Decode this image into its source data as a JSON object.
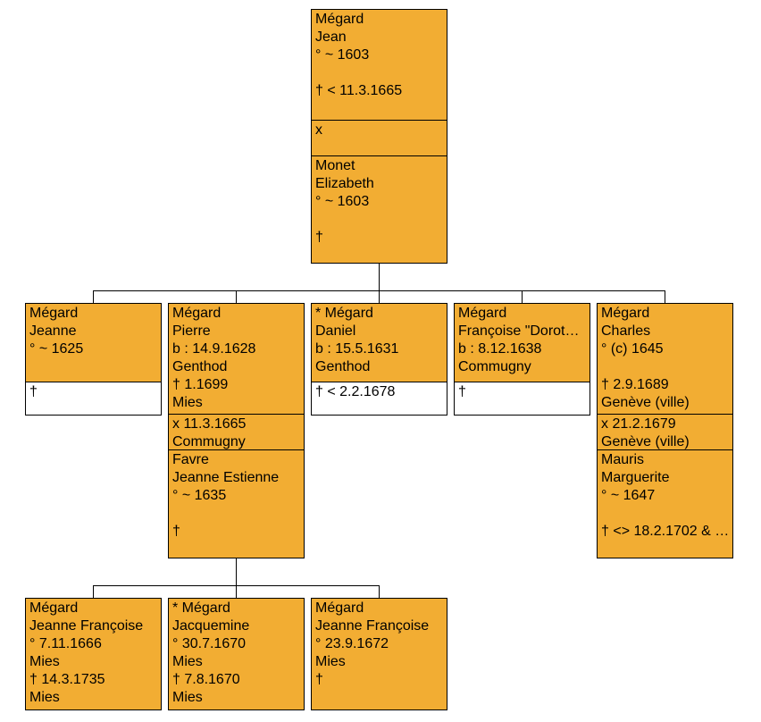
{
  "colors": {
    "box_fill": "#f2ad33",
    "white_fill": "#ffffff",
    "border": "#000000"
  },
  "person_jean": {
    "lines": [
      "Mégard",
      "Jean",
      "° ~ 1603",
      "",
      "† < 11.3.1665"
    ]
  },
  "marriage_jean": {
    "lines": [
      "x"
    ]
  },
  "spouse_jean": {
    "lines": [
      "Monet",
      "Elizabeth",
      "° ~ 1603",
      "",
      "†"
    ]
  },
  "child_jeanne": {
    "lines": [
      "Mégard",
      "Jeanne",
      "° ~ 1625"
    ],
    "death": [
      "†"
    ]
  },
  "child_pierre": {
    "lines": [
      "Mégard",
      "Pierre",
      "b : 14.9.1628",
      "Genthod",
      "† 1.1699",
      "Mies"
    ]
  },
  "marriage_pierre": {
    "lines": [
      "x 11.3.1665",
      "Commugny"
    ]
  },
  "spouse_pierre": {
    "lines": [
      "Favre",
      "Jeanne Estienne",
      "° ~ 1635",
      "",
      "†"
    ]
  },
  "child_daniel": {
    "lines": [
      "* Mégard",
      "Daniel",
      "b : 15.5.1631",
      "Genthod"
    ],
    "death": [
      "† < 2.2.1678"
    ]
  },
  "child_francoise": {
    "lines": [
      "Mégard",
      "Françoise \"Dorot…",
      "b : 8.12.1638",
      "Commugny"
    ],
    "death": [
      "†"
    ]
  },
  "child_charles": {
    "lines": [
      "Mégard",
      "Charles",
      "° (c) 1645",
      "",
      "† 2.9.1689",
      "Genève (ville)"
    ]
  },
  "marriage_charles": {
    "lines": [
      "x 21.2.1679",
      "Genève (ville)"
    ]
  },
  "spouse_charles": {
    "lines": [
      "Mauris",
      "Marguerite",
      "° ~ 1647",
      "",
      "† <> 18.2.1702 & …"
    ]
  },
  "grandchild_jf1666": {
    "lines": [
      "Mégard",
      "Jeanne Françoise",
      "° 7.11.1666",
      "Mies",
      "† 14.3.1735",
      "Mies"
    ]
  },
  "grandchild_jacquemine": {
    "lines": [
      "* Mégard",
      "Jacquemine",
      "° 30.7.1670",
      "Mies",
      "† 7.8.1670",
      "Mies"
    ]
  },
  "grandchild_jf1672": {
    "lines": [
      "Mégard",
      "Jeanne Françoise",
      "° 23.9.1672",
      "Mies",
      "†"
    ]
  }
}
